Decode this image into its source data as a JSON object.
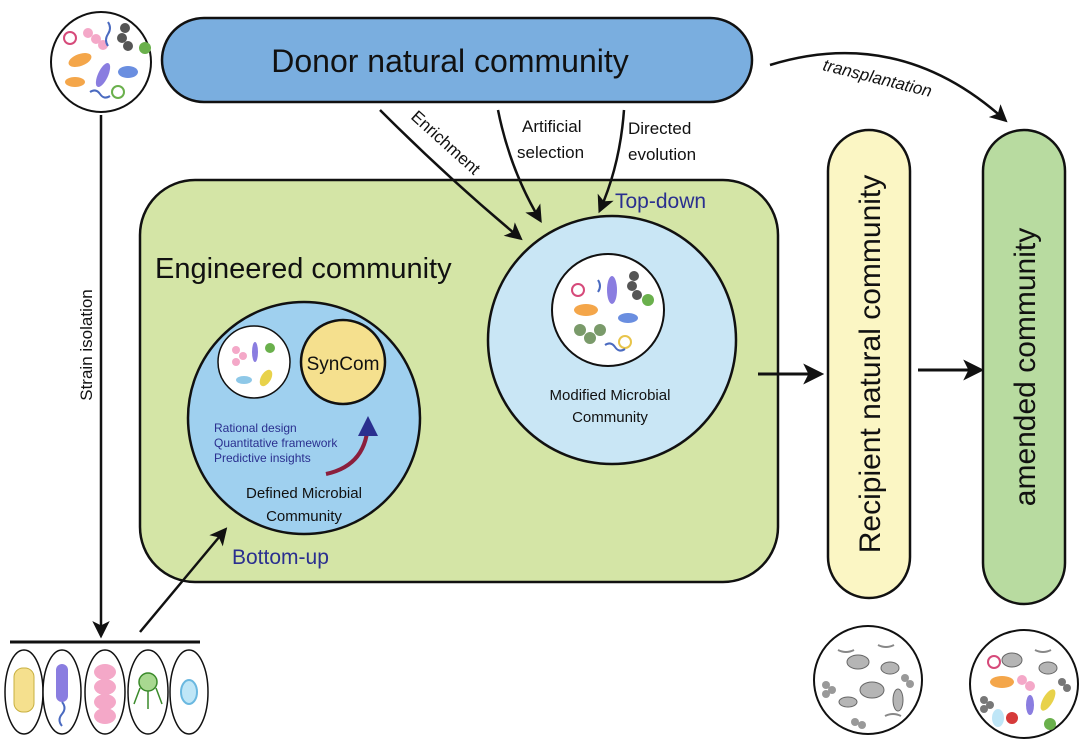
{
  "donor": {
    "label": "Donor natural community"
  },
  "arrows": {
    "transplantation": "transplantation",
    "enrichment": "Enrichment",
    "artificial_1": "Artificial",
    "artificial_2": "selection",
    "directed_1": "Directed",
    "directed_2": "evolution",
    "strain_isolation": "Strain isolation"
  },
  "engineered": {
    "title": "Engineered community"
  },
  "topdown": {
    "label": "Top-down",
    "community_1": "Modified Microbial",
    "community_2": "Community"
  },
  "bottomup": {
    "label": "Bottom-up",
    "syncom": "SynCom",
    "bullets": [
      "Rational design",
      "Quantitative framework",
      "Predictive insights"
    ],
    "community_1": "Defined Microbial",
    "community_2": "Community"
  },
  "recipient": {
    "label": "Recipient natural community"
  },
  "amended": {
    "label": "amended community"
  },
  "colors": {
    "donor_fill": "#7aaedf",
    "engineered_fill": "#d4e5a6",
    "topdown_fill": "#c9e6f5",
    "bottomup_fill": "#9fd0ef",
    "syncom_fill": "#f5e08e",
    "recipient_fill": "#fbf6c4",
    "amended_fill": "#b8dba0",
    "accent_blue": "#2a2f8f",
    "curve_arrow": "#8b1f3d"
  }
}
